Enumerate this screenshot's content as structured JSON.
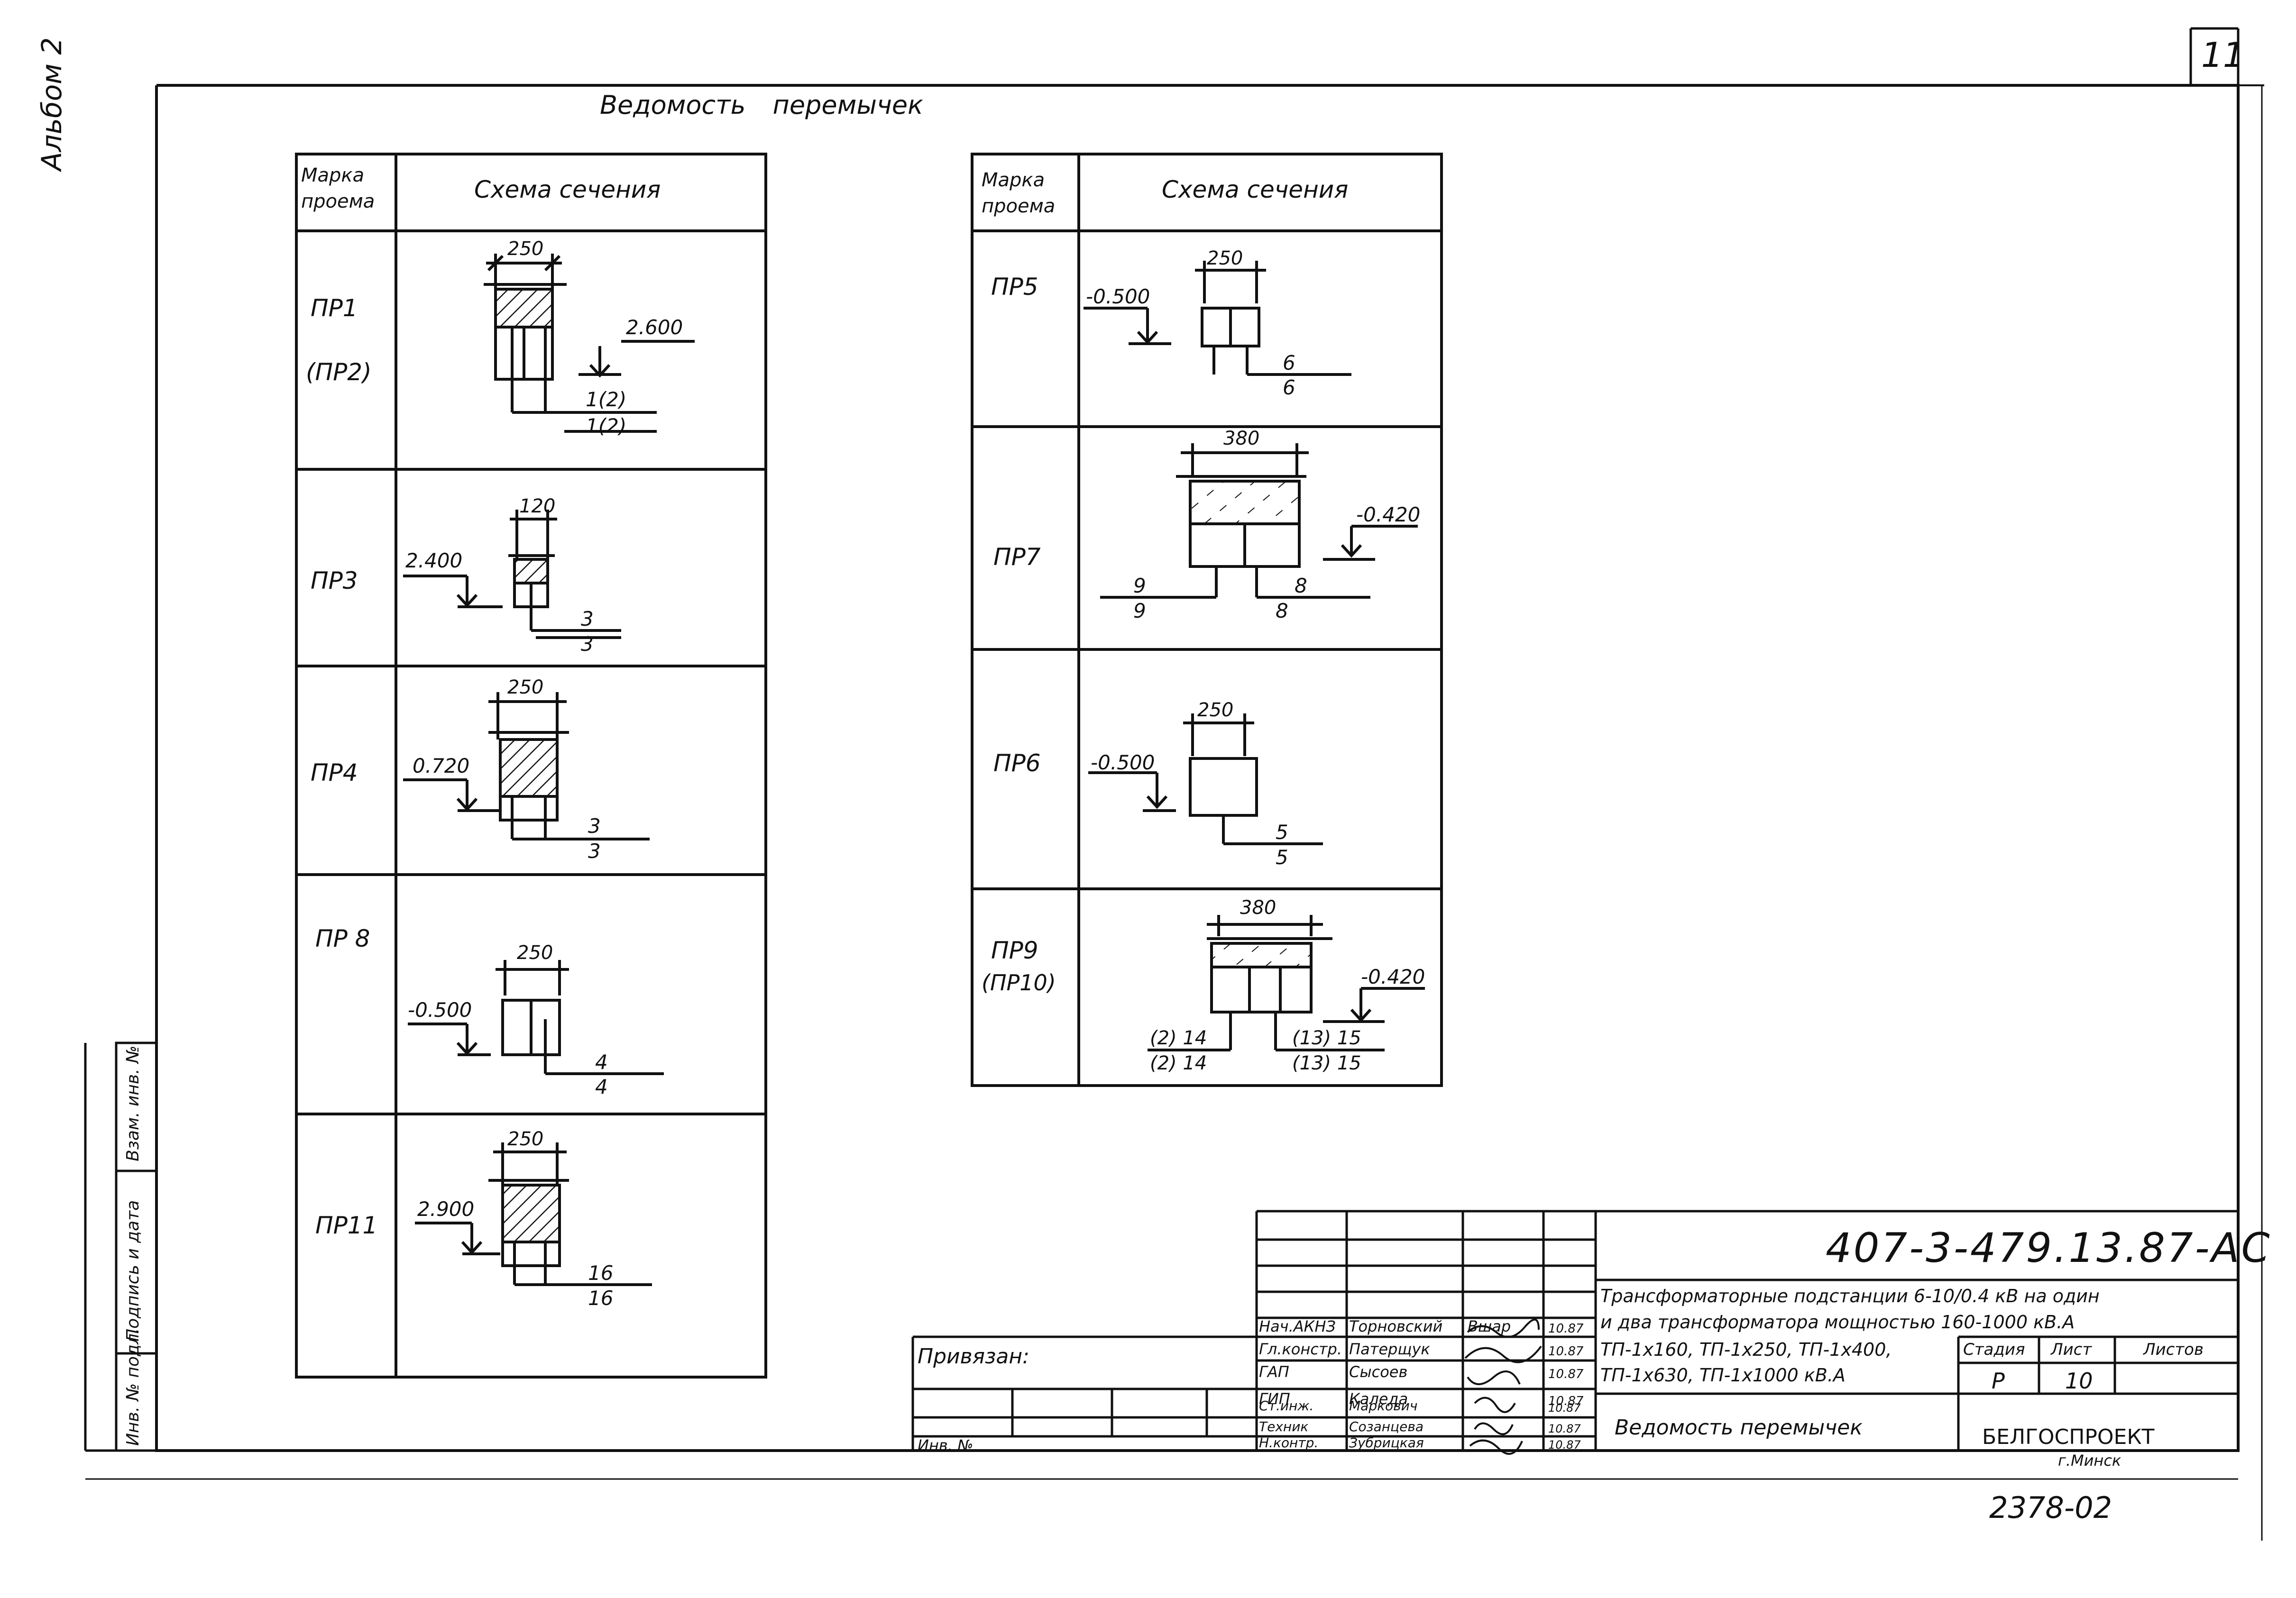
{
  "sheet_number": "11",
  "album_label": "Альбом 2",
  "doc_title": "Ведомость перемычек",
  "left_table": {
    "col_mark": [
      "Марка",
      "проема"
    ],
    "col_scheme": "Схема сечения",
    "rows": [
      {
        "mark": "ПР1",
        "mark2": "(ПР2)",
        "width": "250",
        "level": "2.600",
        "num_top": "1(2)",
        "num_bot": "1(2)"
      },
      {
        "mark": "ПР3",
        "width": "120",
        "level": "2.400",
        "num_top": "3",
        "num_bot": "3"
      },
      {
        "mark": "ПР4",
        "width": "250",
        "level": "0.720",
        "num_top": "3",
        "num_bot": "3"
      },
      {
        "mark": "ПР 8",
        "width": "250",
        "level": "-0.500",
        "num_top": "4",
        "num_bot": "4"
      },
      {
        "mark": "ПР11",
        "width": "250",
        "level": "2.900",
        "num_top": "16",
        "num_bot": "16"
      }
    ]
  },
  "right_table": {
    "col_mark": [
      "Марка",
      "проема"
    ],
    "col_scheme": "Схема сечения",
    "rows": [
      {
        "mark": "ПР5",
        "width": "250",
        "level": "-0.500",
        "num_top": "6",
        "num_bot": "6"
      },
      {
        "mark": "ПР7",
        "width": "380",
        "level": "-0.420",
        "num_left_top": "9",
        "num_left_bot": "9",
        "num_right_top": "8",
        "num_right_bot": "8"
      },
      {
        "mark": "ПР6",
        "width": "250",
        "level": "-0.500",
        "num_top": "5",
        "num_bot": "5"
      },
      {
        "mark": "ПР9",
        "mark2": "(ПР10)",
        "width": "380",
        "level": "-0.420",
        "num_left_top": "(2) 14",
        "num_left_bot": "(2) 14",
        "num_right_top": "(13) 15",
        "num_right_bot": "(13) 15"
      }
    ]
  },
  "side_stamp": [
    "Инв. № подл.",
    "Подпись и дата",
    "Взам. инв. №"
  ],
  "title_block": {
    "doc_code": "407-3-479.13.87-АС",
    "project_title_1": "Трансформаторные подстанции 6-10/0.4 кВ на один",
    "project_title_2": "и два трансформатора мощностью 160-1000 кВ.А",
    "variants_1": "ТП-1х160, ТП-1х250, ТП-1х400,",
    "variants_2": "ТП-1х630, ТП-1х1000 кВ.А",
    "sheet_title": "Ведомость перемычек",
    "stage_label": "Стадия",
    "sheet_label": "Лист",
    "sheets_label": "Листов",
    "stage": "Р",
    "sheet": "10",
    "org": "БЕЛГОСПРОЕКТ",
    "city": "г.Минск",
    "bound_label": "Привязан:",
    "inv_label": "Инв. №",
    "people": [
      {
        "role": "Нач.АКНЗ",
        "name": "Торновский",
        "sign": "Вшар",
        "date": "10.87"
      },
      {
        "role": "Гл.констр.",
        "name": "Патерщук",
        "sign": "",
        "date": "10.87"
      },
      {
        "role": "ГАП",
        "name": "Сысоев",
        "sign": "",
        "date": "10.87"
      },
      {
        "role": "ГИП",
        "name": "Каледа",
        "sign": "",
        "date": "10.87"
      },
      {
        "role": "Ст.инж.",
        "name": "Маркович",
        "sign": "",
        "date": "10.87"
      },
      {
        "role": "Техник",
        "name": "Созанцева",
        "sign": "",
        "date": "10.87"
      },
      {
        "role": "Н.контр.",
        "name": "Зубрицкая",
        "sign": "",
        "date": "10.87"
      }
    ]
  },
  "archive_number": "2378-02"
}
